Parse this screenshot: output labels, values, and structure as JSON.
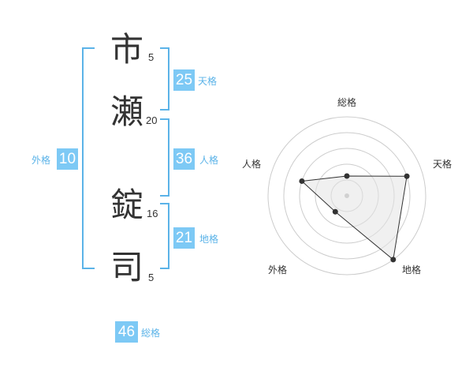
{
  "name": {
    "characters": [
      {
        "char": "市",
        "strokes": "5"
      },
      {
        "char": "瀬",
        "strokes": "20"
      },
      {
        "char": "錠",
        "strokes": "16"
      },
      {
        "char": "司",
        "strokes": "5"
      }
    ]
  },
  "fortune": {
    "tenkaku": {
      "value": "25",
      "label": "天格"
    },
    "jinkaku": {
      "value": "36",
      "label": "人格"
    },
    "chikaku": {
      "value": "21",
      "label": "地格"
    },
    "gaikaku": {
      "value": "10",
      "label": "外格"
    },
    "soukaku": {
      "value": "46",
      "label": "総格"
    }
  },
  "radar": {
    "labels": {
      "top": "総格",
      "right": "天格",
      "bottom_right": "地格",
      "bottom_left": "外格",
      "left": "人格"
    },
    "levels": {
      "soukaku": 0.25,
      "tenkaku": 0.8,
      "chikaku": 1.0,
      "gaikaku": 0.25,
      "jinkaku": 0.6
    },
    "ring_count": 5
  },
  "colors": {
    "accent": "#7dc9f5",
    "bracket": "#5bb3e8",
    "text": "#333333",
    "grid": "#cccccc",
    "fill": "#e3e3e3"
  }
}
